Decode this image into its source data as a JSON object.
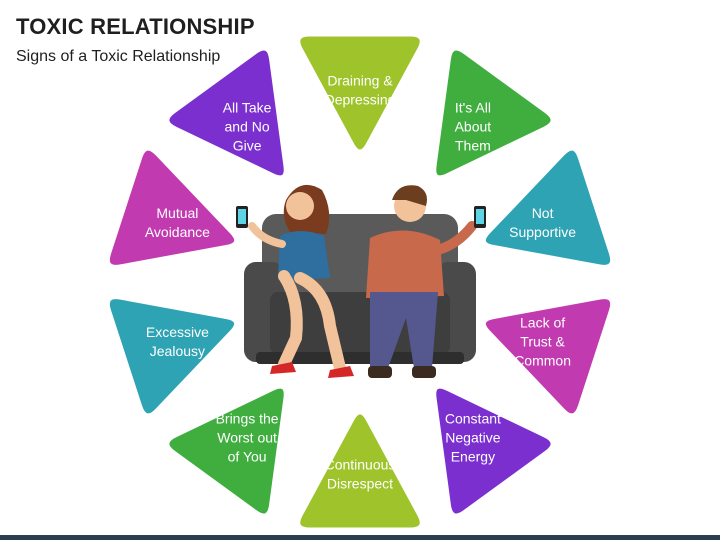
{
  "header": {
    "title": "TOXIC RELATIONSHIP",
    "subtitle": "Signs of a Toxic Relationship"
  },
  "colors": {
    "lime": "#9fc42b",
    "green": "#3fae3f",
    "teal": "#2ea3b4",
    "magenta": "#c23ab0",
    "purple": "#7b2fcf",
    "sofa": "#4a4a4a",
    "woman_top": "#2f6f9f",
    "man_sweater": "#c8694b",
    "man_pants": "#55588f"
  },
  "petals": [
    {
      "id": "draining",
      "lines": [
        "Draining &",
        "Depressing"
      ],
      "color": "#9fc42b"
    },
    {
      "id": "its-all-about-them",
      "lines": [
        "It's All",
        "About",
        "Them"
      ],
      "color": "#3fae3f"
    },
    {
      "id": "not-supportive",
      "lines": [
        "Not",
        "Supportive"
      ],
      "color": "#2ea3b4"
    },
    {
      "id": "lack-of-trust",
      "lines": [
        "Lack of",
        "Trust &",
        "Common"
      ],
      "color": "#c23ab0"
    },
    {
      "id": "constant-negative-energy",
      "lines": [
        "Constant",
        "Negative",
        "Energy"
      ],
      "color": "#7b2fcf"
    },
    {
      "id": "continuous-disrespect",
      "lines": [
        "Continuous",
        "Disrespect"
      ],
      "color": "#9fc42b"
    },
    {
      "id": "brings-the-worst",
      "lines": [
        "Brings the",
        "Worst out",
        "of You"
      ],
      "color": "#3fae3f"
    },
    {
      "id": "excessive-jealousy",
      "lines": [
        "Excessive",
        "Jealousy"
      ],
      "color": "#2ea3b4"
    },
    {
      "id": "mutual-avoidance",
      "lines": [
        "Mutual",
        "Avoidance"
      ],
      "color": "#c23ab0"
    },
    {
      "id": "all-take-no-give",
      "lines": [
        "All Take",
        "and No",
        "Give"
      ],
      "color": "#7b2fcf"
    }
  ]
}
